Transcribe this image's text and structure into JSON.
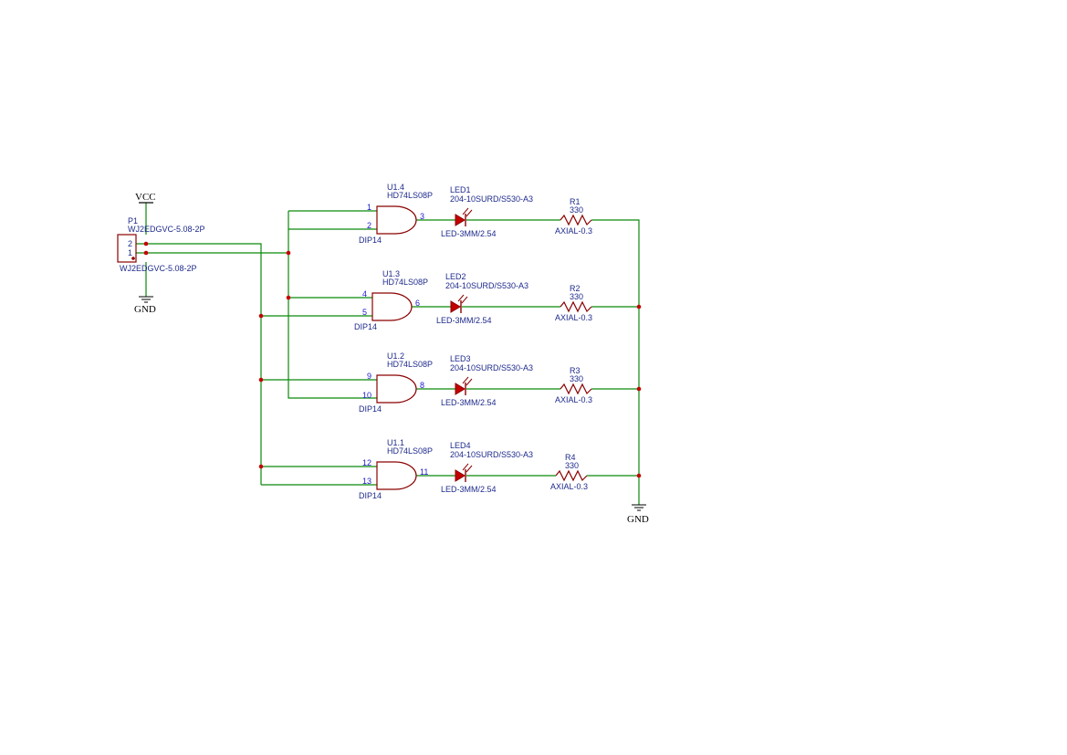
{
  "power": {
    "vcc": "VCC",
    "gnd_left": "GND",
    "gnd_right": "GND"
  },
  "connector": {
    "ref": "P1",
    "value": "WJ2EDGVC-5.08-2P",
    "footprint": "WJ2EDGVC-5.08-2P",
    "pin_a": "2",
    "pin_b": "1"
  },
  "gates": [
    {
      "ref": "U1.4",
      "value": "HD74LS08P",
      "pkg": "DIP14",
      "in1": "1",
      "in2": "2",
      "out": "3"
    },
    {
      "ref": "U1.3",
      "value": "HD74LS08P",
      "pkg": "DIP14",
      "in1": "4",
      "in2": "5",
      "out": "6"
    },
    {
      "ref": "U1.2",
      "value": "HD74LS08P",
      "pkg": "DIP14",
      "in1": "9",
      "in2": "10",
      "out": "8"
    },
    {
      "ref": "U1.1",
      "value": "HD74LS08P",
      "pkg": "DIP14",
      "in1": "12",
      "in2": "13",
      "out": "11"
    }
  ],
  "leds": [
    {
      "ref": "LED1",
      "value": "204-10SURD/S530-A3",
      "footprint": "LED-3MM/2.54"
    },
    {
      "ref": "LED2",
      "value": "204-10SURD/S530-A3",
      "footprint": "LED-3MM/2.54"
    },
    {
      "ref": "LED3",
      "value": "204-10SURD/S530-A3",
      "footprint": "LED-3MM/2.54"
    },
    {
      "ref": "LED4",
      "value": "204-10SURD/S530-A3",
      "footprint": "LED-3MM/2.54"
    }
  ],
  "resistors": [
    {
      "ref": "R1",
      "value": "330",
      "footprint": "AXIAL-0.3"
    },
    {
      "ref": "R2",
      "value": "330",
      "footprint": "AXIAL-0.3"
    },
    {
      "ref": "R3",
      "value": "330",
      "footprint": "AXIAL-0.3"
    },
    {
      "ref": "R4",
      "value": "330",
      "footprint": "AXIAL-0.3"
    }
  ]
}
